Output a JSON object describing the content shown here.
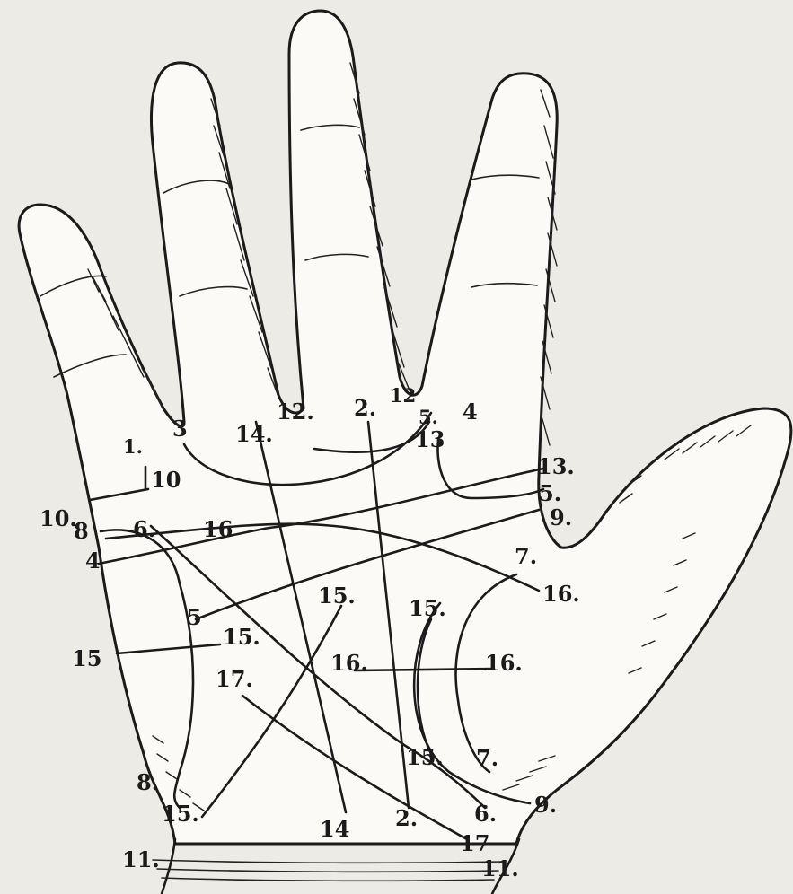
{
  "figure": {
    "labels": [
      {
        "id": "l-1",
        "text": "1."
      },
      {
        "id": "l-3",
        "text": "3"
      },
      {
        "id": "l-10a",
        "text": "10"
      },
      {
        "id": "l-10b",
        "text": "10."
      },
      {
        "id": "l-8a",
        "text": "8"
      },
      {
        "id": "l-6a",
        "text": "6."
      },
      {
        "id": "l-16a",
        "text": "16"
      },
      {
        "id": "l-4a",
        "text": "4"
      },
      {
        "id": "l-5a",
        "text": "5"
      },
      {
        "id": "l-14a",
        "text": "14."
      },
      {
        "id": "l-12a",
        "text": "12."
      },
      {
        "id": "l-2a",
        "text": "2."
      },
      {
        "id": "l-12b",
        "text": "12"
      },
      {
        "id": "l-5b",
        "text": "5."
      },
      {
        "id": "l-4b",
        "text": "4"
      },
      {
        "id": "l-13a",
        "text": "13"
      },
      {
        "id": "l-13b",
        "text": "13."
      },
      {
        "id": "l-5c",
        "text": "5."
      },
      {
        "id": "l-9a",
        "text": "9."
      },
      {
        "id": "l-7a",
        "text": "7."
      },
      {
        "id": "l-16b",
        "text": "16."
      },
      {
        "id": "l-15a",
        "text": "15."
      },
      {
        "id": "l-15b",
        "text": "15."
      },
      {
        "id": "l-15c",
        "text": "15"
      },
      {
        "id": "l-15d",
        "text": "15."
      },
      {
        "id": "l-16c",
        "text": "16."
      },
      {
        "id": "l-16d",
        "text": "16."
      },
      {
        "id": "l-17a",
        "text": "17."
      },
      {
        "id": "l-15e",
        "text": "15."
      },
      {
        "id": "l-7b",
        "text": "7."
      },
      {
        "id": "l-8b",
        "text": "8."
      },
      {
        "id": "l-15f",
        "text": "15."
      },
      {
        "id": "l-14b",
        "text": "14"
      },
      {
        "id": "l-2b",
        "text": "2."
      },
      {
        "id": "l-6b",
        "text": "6."
      },
      {
        "id": "l-9b",
        "text": "9."
      },
      {
        "id": "l-17b",
        "text": "17"
      },
      {
        "id": "l-11a",
        "text": "11."
      },
      {
        "id": "l-11b",
        "text": "11."
      }
    ]
  },
  "colors": {
    "paper": "#ecebe6",
    "ink": "#1b1b1b",
    "skin": "#fbfaf7"
  }
}
